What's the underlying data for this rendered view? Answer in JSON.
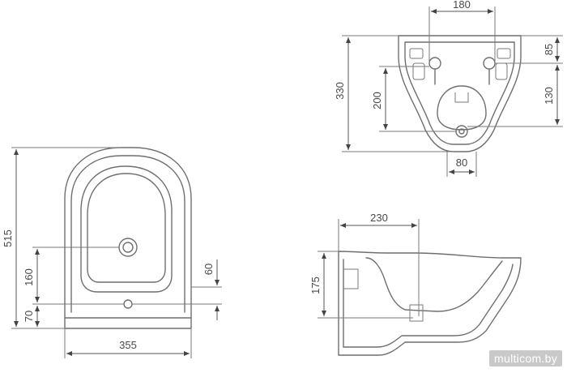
{
  "watermark": "multicom.by",
  "dimensions": {
    "top_view": {
      "length": "515",
      "width": "355",
      "hole_from_front": "160",
      "drain_from_front": "70",
      "offset_60": "60"
    },
    "rear_view": {
      "bolt_spacing": "180",
      "height": "330",
      "bolt_height": "85",
      "inlet_height": "200",
      "drain_height": "130",
      "drain_width": "80"
    },
    "side_view": {
      "depth": "230",
      "height": "175"
    }
  }
}
